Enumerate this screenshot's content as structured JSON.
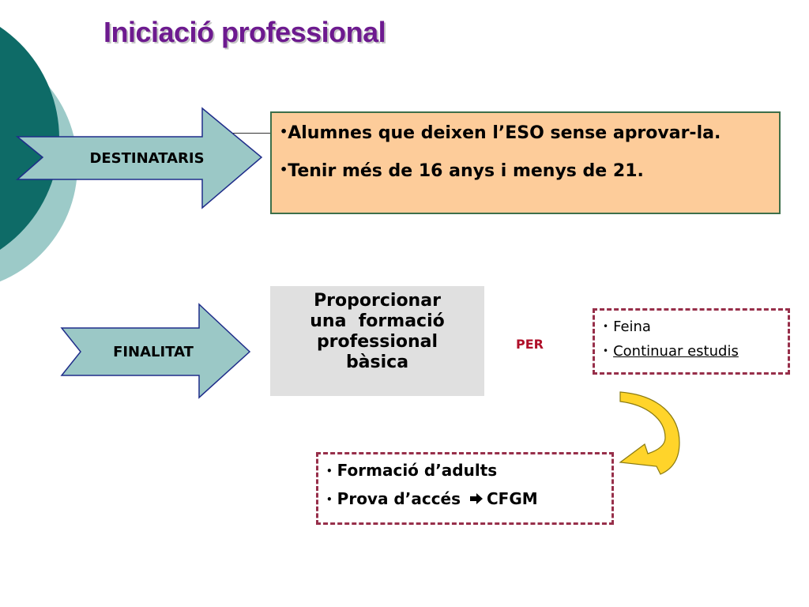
{
  "title": "Iniciació professional",
  "colors": {
    "title": "#6d1a8f",
    "circle_dark": "#0e6b67",
    "circle_light": "#9ccac8",
    "arrow_fill": "#9bc8c6",
    "arrow_stroke": "#1f2d8a",
    "box_orange": "#fdcc9a",
    "box_gray": "#e0e0e0",
    "dashed_border": "#972f4a",
    "per_text": "#b0102a",
    "curved_arrow": "#ffd42a"
  },
  "destinataris": {
    "label": "DESTINATARIS",
    "bullet": "•",
    "items": [
      "Alumnes que deixen l’ESO sense aprovar-la.",
      "Tenir més de 16 anys i menys de 21."
    ]
  },
  "finalitat": {
    "label": "FINALITAT",
    "description_lines": [
      "Proporcionar",
      "una  formació",
      "professional",
      "bàsica"
    ],
    "connector": "PER",
    "purposes": [
      "Feina",
      "Continuar estudis"
    ]
  },
  "outcomes": {
    "bullet": "•",
    "items": [
      "Formació d’adults"
    ],
    "prova_label": "Prova d’accés",
    "prova_arrow_icon": "right-arrow-icon",
    "prova_target": "CFGM"
  }
}
